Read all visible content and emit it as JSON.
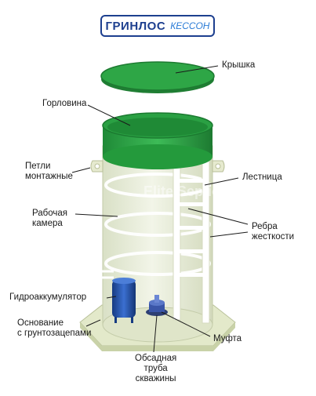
{
  "brand": {
    "main": "ГРИНЛОС",
    "sub": "КЕССОН"
  },
  "watermark": "Elite Septic",
  "labels": {
    "lid": "Крышка",
    "neck": "Горловина",
    "loops": "Петли\nмонтажные",
    "ladder": "Лестница",
    "chamber": "Рабочая\nкамера",
    "ribs": "Ребра\nжесткости",
    "accumulator": "Гидроаккумулятор",
    "base": "Основание\nс грунтозацепами",
    "coupling": "Муфта",
    "casing": "Обсадная\nтруба\nскважины"
  },
  "colors": {
    "green": "#2aa043",
    "green_dark": "#1f7e33",
    "body": "#e7ecd9",
    "base": "#dfe6c4",
    "accumulator": "#1f4fa6",
    "brand_blue": "#1d3f8f"
  }
}
